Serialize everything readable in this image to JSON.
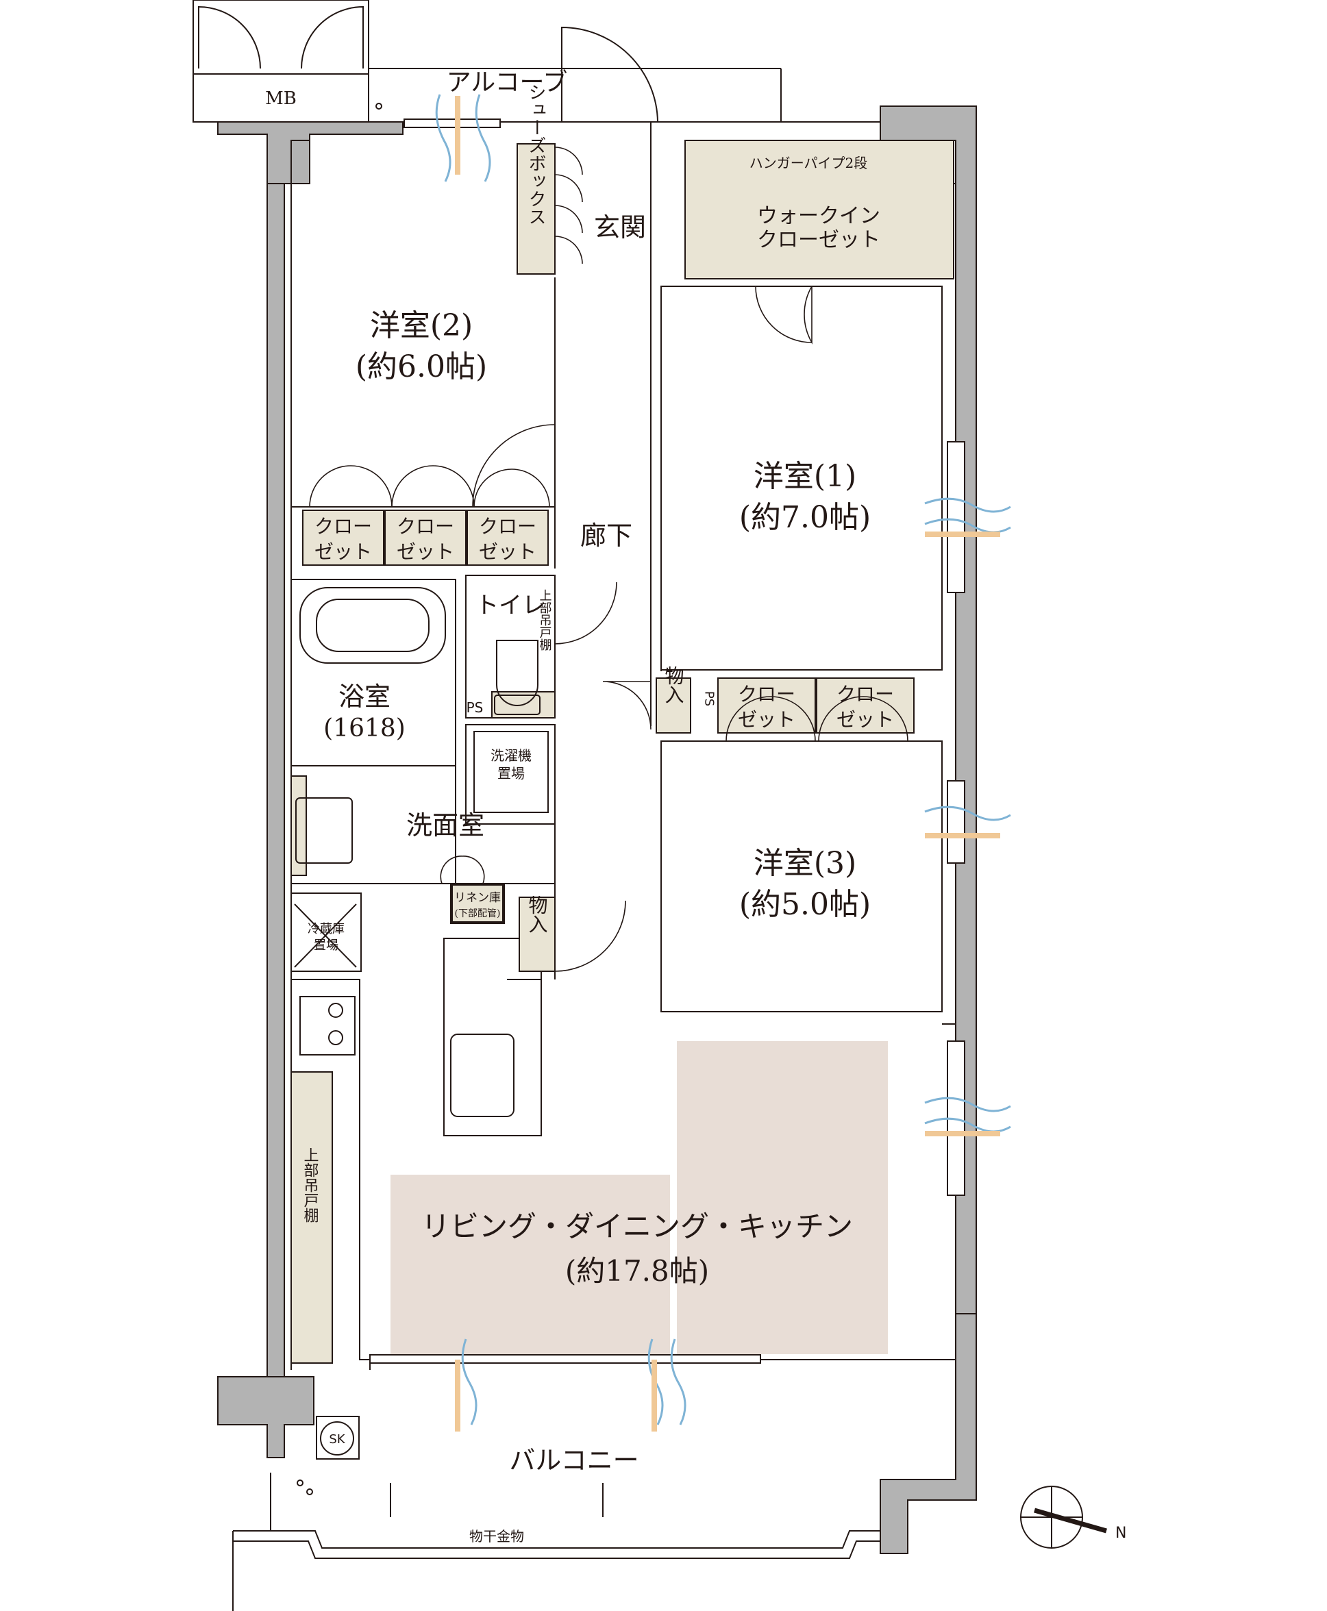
{
  "rooms": {
    "alcove": "アルコーブ",
    "mb": "MB",
    "genkan": "玄関",
    "shoes_box": "シューズボックス",
    "walkin_hanger": "ハンガーパイプ2段",
    "walkin_line1": "ウォークイン",
    "walkin_line2": "クローゼット",
    "room2_name": "洋室(2)",
    "room2_size": "(約6.0帖)",
    "room1_name": "洋室(1)",
    "room1_size": "(約7.0帖)",
    "room3_name": "洋室(3)",
    "room3_size": "(約5.0帖)",
    "corridor": "廊下",
    "toilet": "トイレ",
    "upper_shelf": "上部吊戸棚",
    "ps": "PS",
    "bath_name": "浴室",
    "bath_size": "(1618)",
    "washer_line1": "洗濯機",
    "washer_line2": "置場",
    "washroom": "洗面室",
    "linen_line1": "リネン庫",
    "linen_line2": "(下部配管)",
    "storage": "物入",
    "fridge_line1": "冷蔵庫",
    "fridge_line2": "置場",
    "ldk_name": "リビング・ダイニング・キッチン",
    "ldk_size": "(約17.8帖)",
    "closet_line1": "クロー",
    "closet_line2": "ゼット",
    "balcony": "バルコニー",
    "sk": "SK",
    "drying_hardware": "物干金物",
    "north": "N"
  },
  "colors": {
    "wall": "#b3b3b3",
    "storage_fill": "#e9e4d4",
    "ldk_fill": "#e8ddd6",
    "line": "#231815",
    "wind_blue": "#7fb3d5",
    "light_orange": "#f0c896"
  }
}
